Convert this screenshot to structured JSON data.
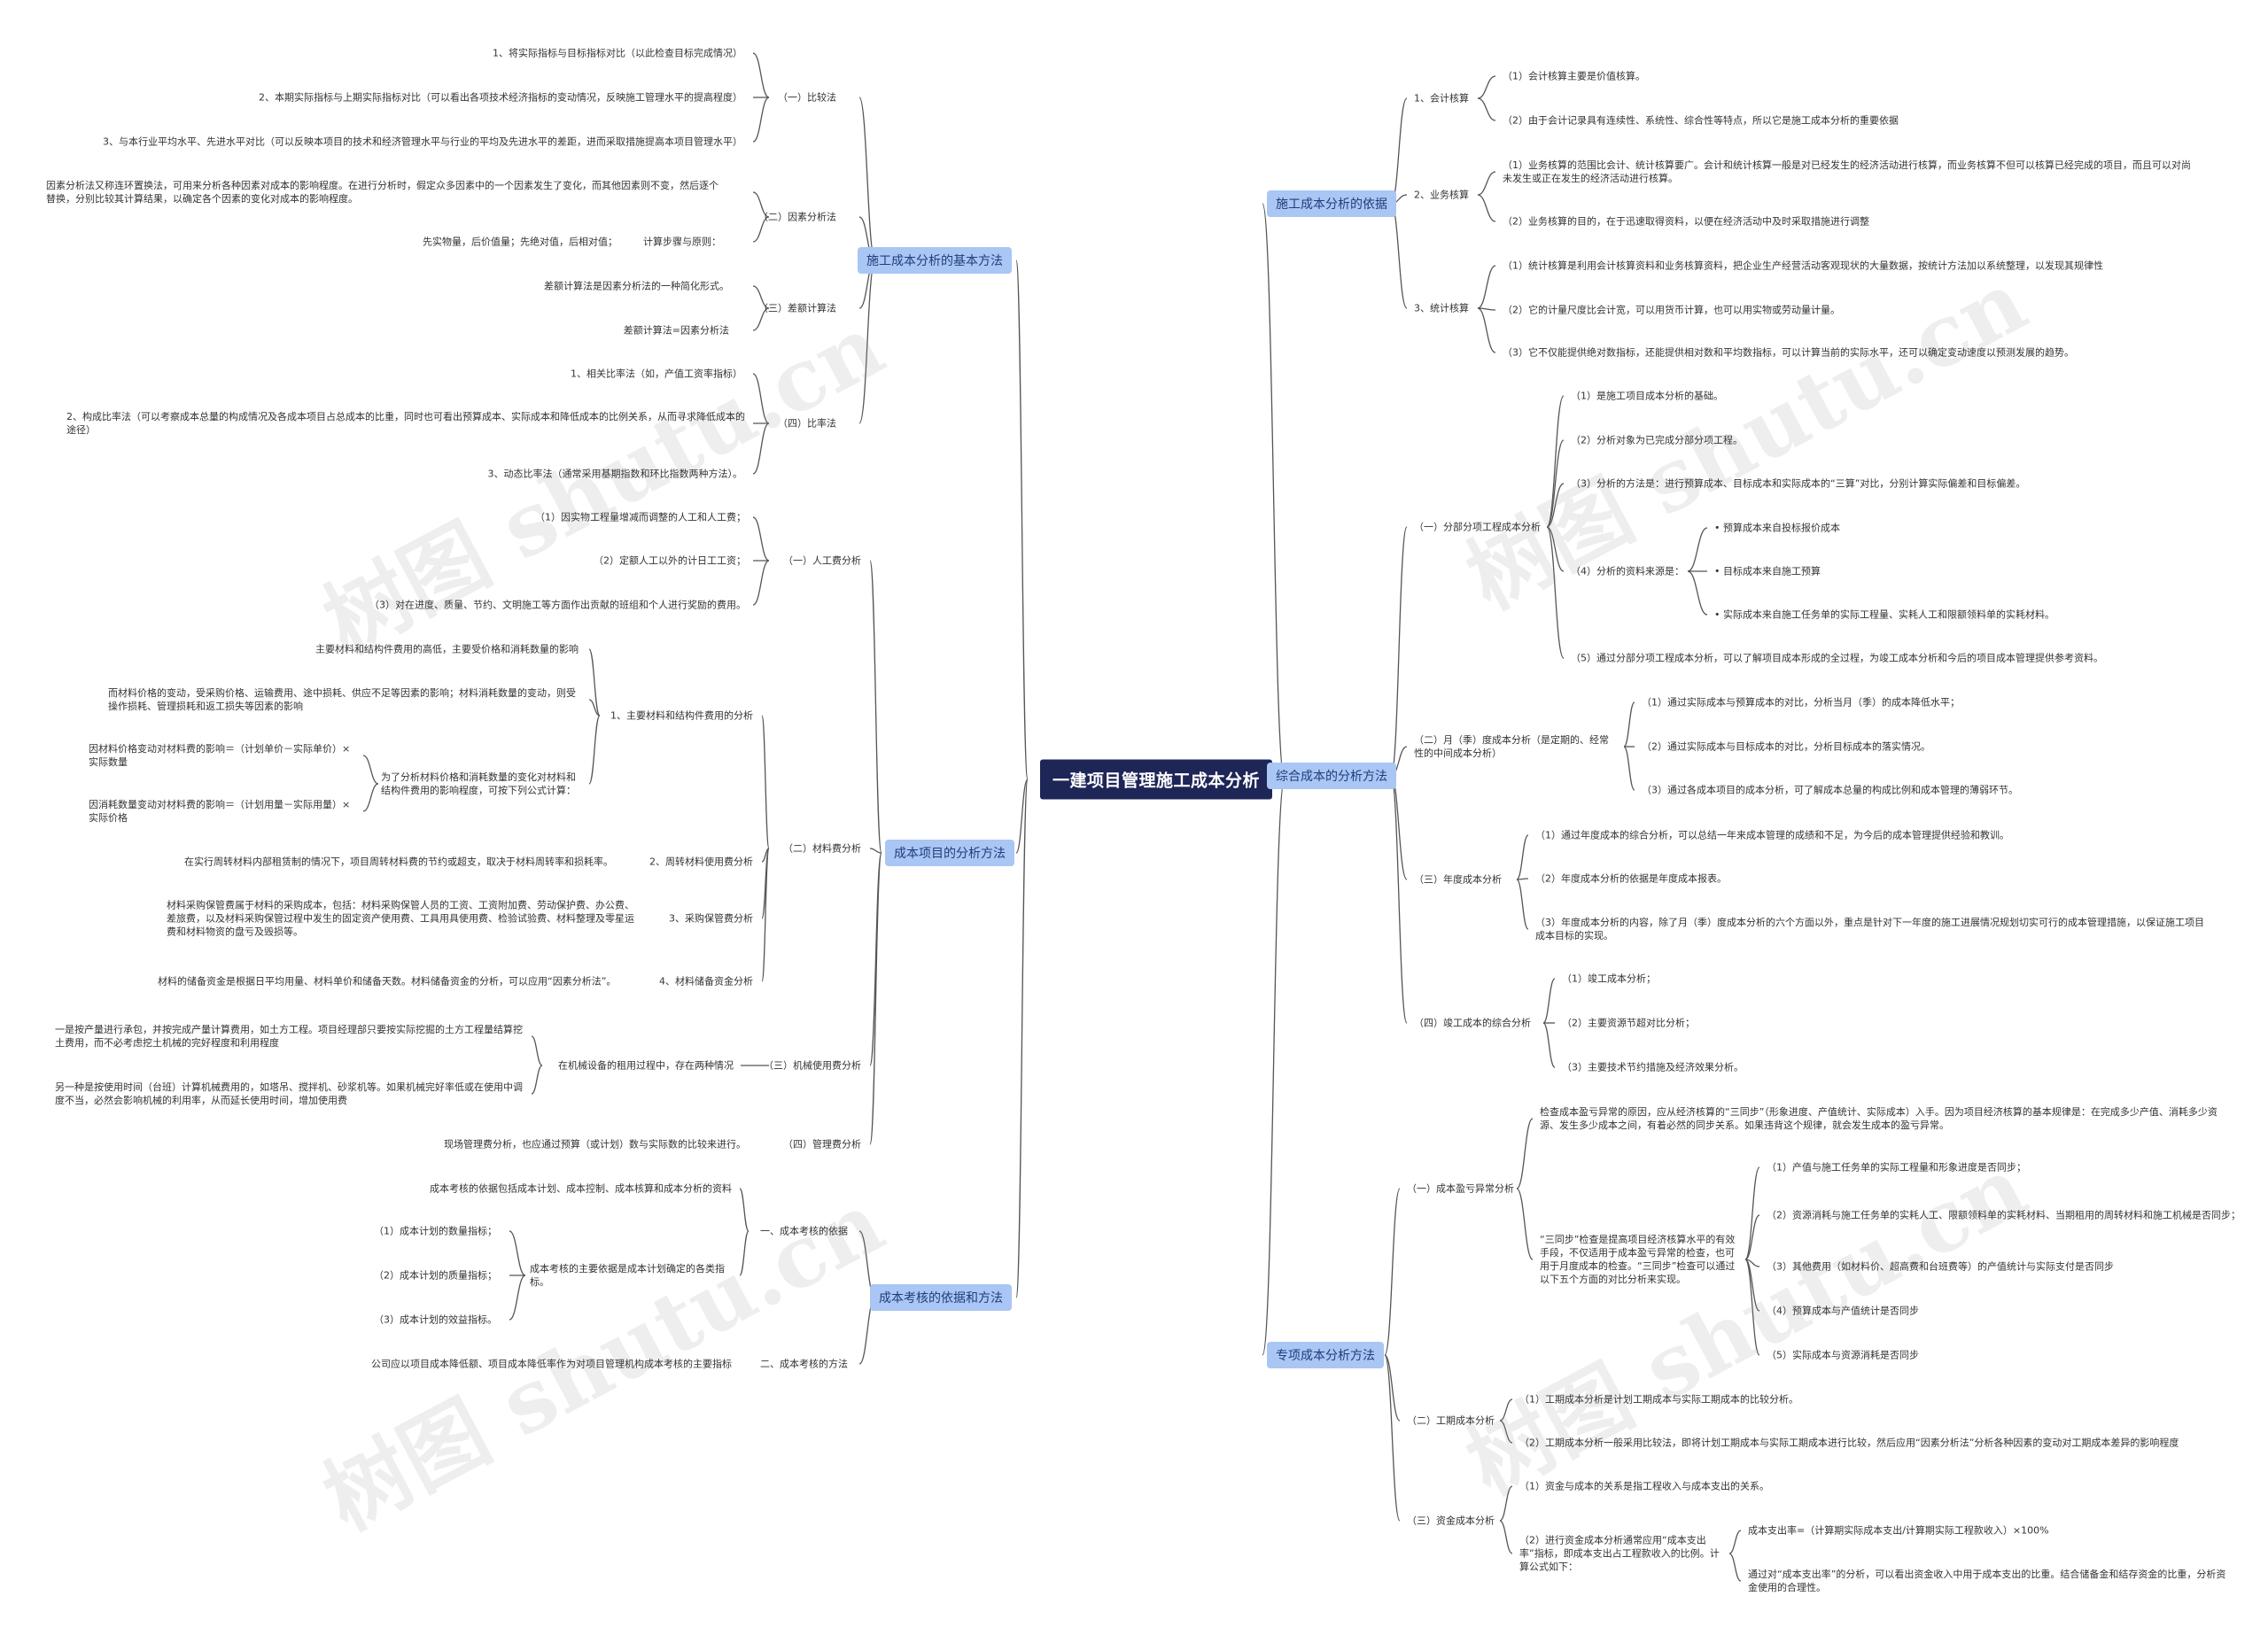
{
  "root": "一建项目管理施工成本分析",
  "watermark": "树图 shutu.cn",
  "colors": {
    "root_bg": "#1e2557",
    "branch_bg": "#a9c6f5",
    "line": "#555555"
  },
  "branches": {
    "b1": {
      "label": "施工成本分析的基本方法",
      "s1": {
        "label": "（一）比较法",
        "t1": "1、将实际指标与目标指标对比（以此检查目标完成情况）",
        "t2": "2、本期实际指标与上期实际指标对比（可以看出各项技术经济指标的变动情况，反映施工管理水平的提高程度）",
        "t3": "3、与本行业平均水平、先进水平对比（可以反映本项目的技术和经济管理水平与行业的平均及先进水平的差距，进而采取措施提高本项目管理水平）"
      },
      "s2": {
        "label": "（二）因素分析法",
        "t1": "因素分析法又称连环置换法，可用来分析各种因素对成本的影响程度。在进行分析时，假定众多因素中的一个因素发生了变化，而其他因素则不变，然后逐个替换，分别比较其计算结果，以确定各个因素的变化对成本的影响程度。",
        "t2": "计算步骤与原则：",
        "t2a": "先实物量，后价值量；先绝对值，后相对值；"
      },
      "s3": {
        "label": "（三）差额计算法",
        "t1": "差额计算法是因素分析法的一种简化形式。",
        "t2": "差额计算法=因素分析法"
      },
      "s4": {
        "label": "（四）比率法",
        "t1": "1、相关比率法（如，产值工资率指标）",
        "t2": "2、构成比率法（可以考察成本总量的构成情况及各成本项目占总成本的比重，同时也可看出预算成本、实际成本和降低成本的比例关系，从而寻求降低成本的途径）",
        "t3": "3、动态比率法（通常采用基期指数和环比指数两种方法）。"
      }
    },
    "b2": {
      "label": "成本项目的分析方法",
      "s1": {
        "label": "（一）人工费分析",
        "t1": "（1）因实物工程量增减而调整的人工和人工费；",
        "t2": "（2）定额人工以外的计日工工资；",
        "t3": "（3）对在进度、质量、节约、文明施工等方面作出贡献的班组和个人进行奖励的费用。"
      },
      "s2": {
        "label": "（二）材料费分析",
        "m1": {
          "label": "1、主要材料和结构件费用的分析",
          "t1": "主要材料和结构件费用的高低，主要受价格和消耗数量的影响",
          "t2": "而材料价格的变动，受采购价格、运输费用、途中损耗、供应不足等因素的影响；材料消耗数量的变动，则受操作损耗、管理损耗和返工损失等因素的影响",
          "t3": "为了分析材料价格和消耗数量的变化对材料和结构件费用的影响程度，可按下列公式计算：",
          "t3a": "因材料价格变动对材料费的影响＝（计划单价－实际单价）×实际数量",
          "t3b": "因消耗数量变动对材料费的影响＝（计划用量－实际用量）×实际价格"
        },
        "m2": {
          "label": "2、周转材料使用费分析",
          "t1": "在实行周转材料内部租赁制的情况下，项目周转材料费的节约或超支，取决于材料周转率和损耗率。"
        },
        "m3": {
          "label": "3、采购保管费分析",
          "t1": "材料采购保管费属于材料的采购成本，包括：材料采购保管人员的工资、工资附加费、劳动保护费、办公费、差旅费，以及材料采购保管过程中发生的固定资产使用费、工具用具使用费、检验试验费、材料整理及零星运费和材料物资的盘亏及毁损等。"
        },
        "m4": {
          "label": "4、材料储备资金分析",
          "t1": "材料的储备资金是根据日平均用量、材料单价和储备天数。材料储备资金的分析，可以应用“因素分析法”。"
        }
      },
      "s3": {
        "label": "（三）机械使用费分析",
        "t0": "在机械设备的租用过程中，存在两种情况",
        "t1": "一是按产量进行承包，并按完成产量计算费用，如土方工程。项目经理部只要按实际挖掘的土方工程量结算挖土费用，而不必考虑挖土机械的完好程度和利用程度",
        "t2": "另一种是按使用时间（台班）计算机械费用的，如塔吊、搅拌机、砂浆机等。如果机械完好率低或在使用中调度不当，必然会影响机械的利用率，从而延长使用时间，增加使用费"
      },
      "s4": {
        "label": "（四）管理费分析",
        "t1": "现场管理费分析，也应通过预算（或计划）数与实际数的比较来进行。"
      }
    },
    "b3": {
      "label": "成本考核的依据和方法",
      "s1": {
        "label": "一、成本考核的依据",
        "t1": "成本考核的依据包括成本计划、成本控制、成本核算和成本分析的资料",
        "t2": "成本考核的主要依据是成本计划确定的各类指标。",
        "t2a": "（1）成本计划的数量指标；",
        "t2b": "（2）成本计划的质量指标；",
        "t2c": "（3）成本计划的效益指标。"
      },
      "s2": {
        "label": "二、成本考核的方法",
        "t1": "公司应以项目成本降低额、项目成本降低率作为对项目管理机构成本考核的主要指标"
      }
    },
    "b4": {
      "label": "施工成本分析的依据",
      "s1": {
        "label": "1、会计核算",
        "t1": "（1）会计核算主要是价值核算。",
        "t2": "（2）由于会计记录具有连续性、系统性、综合性等特点，所以它是施工成本分析的重要依据"
      },
      "s2": {
        "label": "2、业务核算",
        "t1": "（1）业务核算的范围比会计、统计核算要广。会计和统计核算一般是对已经发生的经济活动进行核算，而业务核算不但可以核算已经完成的项目，而且可以对尚未发生或正在发生的经济活动进行核算。",
        "t2": "（2）业务核算的目的，在于迅速取得资料，以便在经济活动中及时采取措施进行调整"
      },
      "s3": {
        "label": "3、统计核算",
        "t1": "（1）统计核算是利用会计核算资料和业务核算资料，把企业生产经营活动客观现状的大量数据，按统计方法加以系统整理，以发现其规律性",
        "t2": "（2）它的计量尺度比会计宽，可以用货币计算，也可以用实物或劳动量计量。",
        "t3": "（3）它不仅能提供绝对数指标，还能提供相对数和平均数指标，可以计算当前的实际水平，还可以确定变动速度以预测发展的趋势。"
      }
    },
    "b5": {
      "label": "综合成本的分析方法",
      "s1": {
        "label": "（一）分部分项工程成本分析",
        "t1": "（1）是施工项目成本分析的基础。",
        "t2": "（2）分析对象为已完成分部分项工程。",
        "t3": "（3）分析的方法是：进行预算成本、目标成本和实际成本的“三算”对比，分别计算实际偏差和目标偏差。",
        "t4": "（4）分析的资料来源是：",
        "t4a": "• 预算成本来自投标报价成本",
        "t4b": "• 目标成本来自施工预算",
        "t4c": "• 实际成本来自施工任务单的实际工程量、实耗人工和限额领料单的实耗材料。",
        "t5": "（5）通过分部分项工程成本分析，可以了解项目成本形成的全过程，为竣工成本分析和今后的项目成本管理提供参考资料。"
      },
      "s2": {
        "label": "（二）月（季）度成本分析（是定期的、经常性的中间成本分析）",
        "t1": "（1）通过实际成本与预算成本的对比，分析当月（季）的成本降低水平；",
        "t2": "（2）通过实际成本与目标成本的对比，分析目标成本的落实情况。",
        "t3": "（3）通过各成本项目的成本分析，可了解成本总量的构成比例和成本管理的薄弱环节。"
      },
      "s3": {
        "label": "（三）年度成本分析",
        "t1": "（1）通过年度成本的综合分析，可以总结一年来成本管理的成绩和不足，为今后的成本管理提供经验和教训。",
        "t2": "（2）年度成本分析的依据是年度成本报表。",
        "t3": "（3）年度成本分析的内容，除了月（季）度成本分析的六个方面以外，重点是针对下一年度的施工进展情况规划切实可行的成本管理措施，以保证施工项目成本目标的实现。"
      },
      "s4": {
        "label": "（四）竣工成本的综合分析",
        "t1": "（1）竣工成本分析；",
        "t2": "（2）主要资源节超对比分析；",
        "t3": "（3）主要技术节约措施及经济效果分析。"
      }
    },
    "b6": {
      "label": "专项成本分析方法",
      "s1": {
        "label": "（一）成本盈亏异常分析",
        "t1": "检查成本盈亏异常的原因，应从经济核算的“三同步”（形象进度、产值统计、实际成本）入手。因为项目经济核算的基本规律是：在完成多少产值、消耗多少资源、发生多少成本之间，有着必然的同步关系。如果违背这个规律，就会发生成本的盈亏异常。",
        "t2": "“三同步”检查是提高项目经济核算水平的有效手段，不仅适用于成本盈亏异常的检查，也可用于月度成本的检查。“三同步”检查可以通过以下五个方面的对比分析来实现。",
        "t2a": "（1）产值与施工任务单的实际工程量和形象进度是否同步；",
        "t2b": "（2）资源消耗与施工任务单的实耗人工、限额领料单的实耗材料、当期租用的周转材料和施工机械是否同步；",
        "t2c": "（3）其他费用（如材料价、超高费和台班费等）的产值统计与实际支付是否同步",
        "t2d": "（4）预算成本与产值统计是否同步",
        "t2e": "（5）实际成本与资源消耗是否同步"
      },
      "s2": {
        "label": "（二）工期成本分析",
        "t1": "（1）工期成本分析是计划工期成本与实际工期成本的比较分析。",
        "t2": "（2）工期成本分析一般采用比较法，即将计划工期成本与实际工期成本进行比较，然后应用“因素分析法”分析各种因素的变动对工期成本差异的影响程度"
      },
      "s3": {
        "label": "（三）资金成本分析",
        "t1": "（1）资金与成本的关系是指工程收入与成本支出的关系。",
        "t2": "（2）进行资金成本分析通常应用“成本支出率”指标，即成本支出占工程款收入的比例。计算公式如下：",
        "t2a": "成本支出率=（计算期实际成本支出/计算期实际工程款收入）×100%",
        "t2b": "通过对“成本支出率”的分析，可以看出资金收入中用于成本支出的比重。结合储备金和结存资金的比重，分析资金使用的合理性。"
      }
    }
  }
}
